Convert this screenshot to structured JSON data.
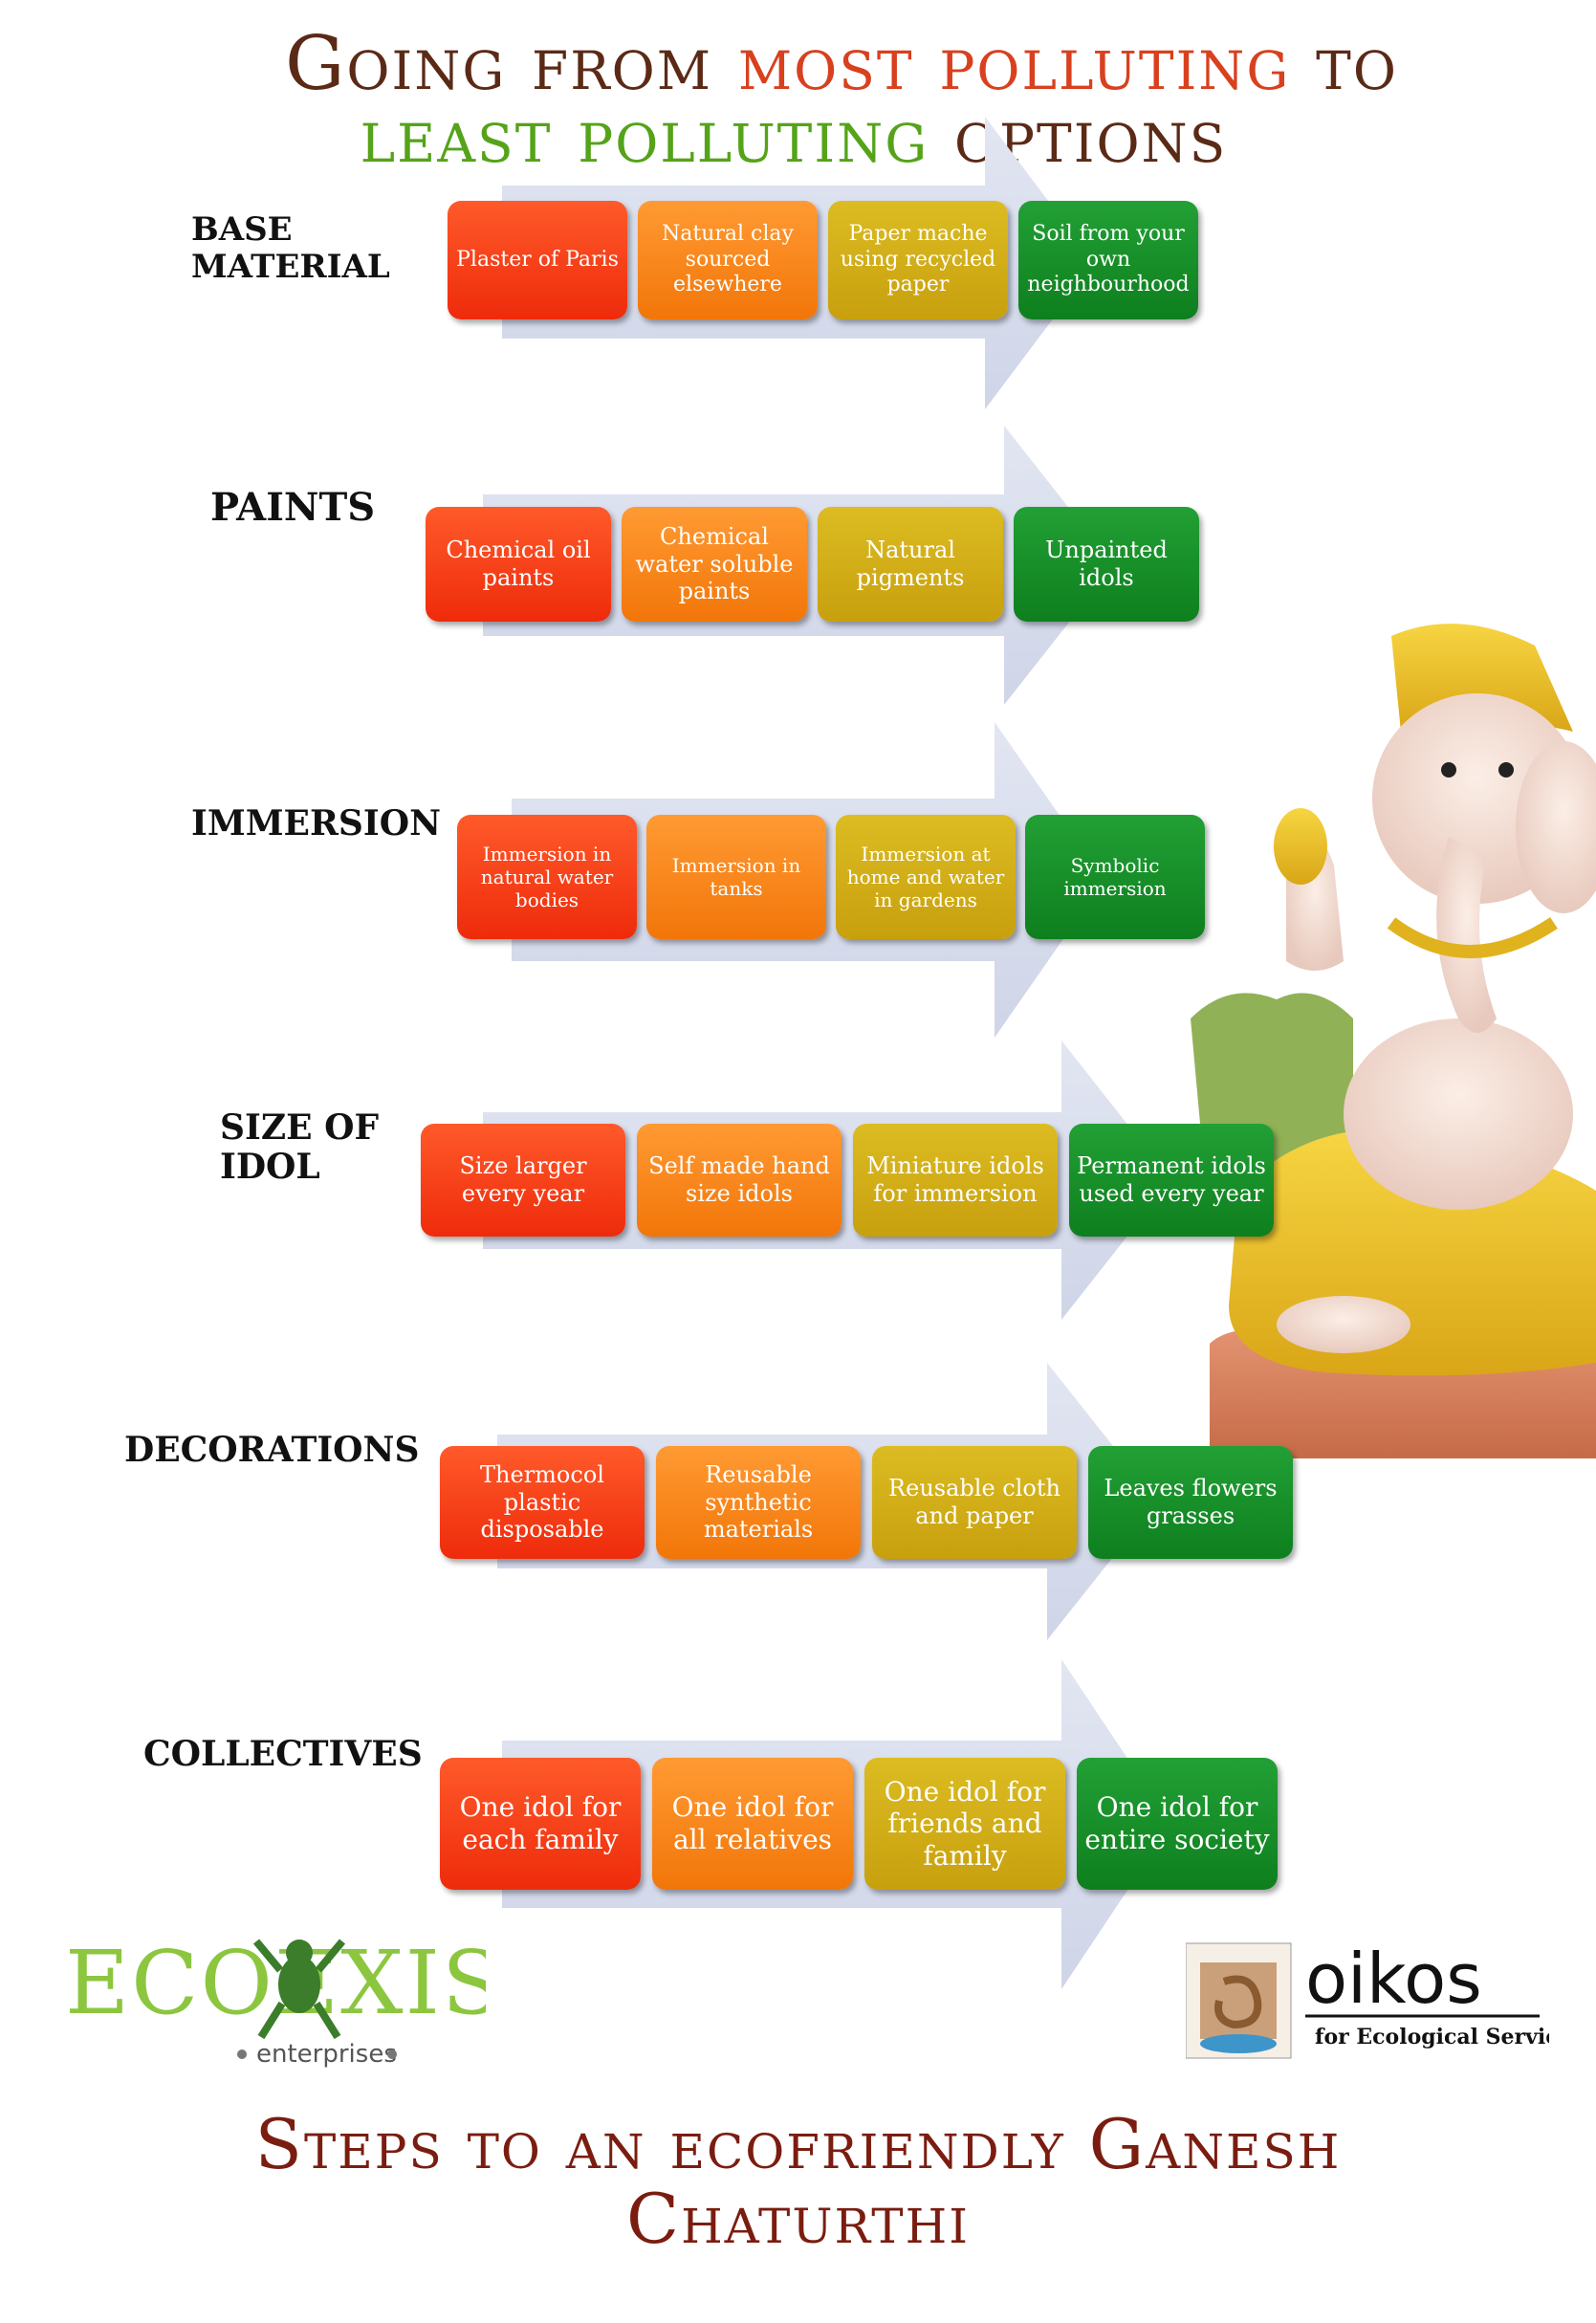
{
  "title_top": {
    "line1_a": "Going from ",
    "line1_b": "most polluting",
    "line1_c": " to",
    "line2_a": "least polluting",
    "line2_b": " options"
  },
  "colors": {
    "most_polluting": "#d8401e",
    "least_polluting": "#55a319",
    "title": "#5b2a16",
    "red_box": "#ee2b0b",
    "orange_box": "#f27609",
    "yellow_box": "#c8a00e",
    "green_box": "#0e7f1e"
  },
  "rows": [
    {
      "label": "BASE MATERIAL",
      "items": [
        "Plaster of Paris",
        "Natural clay sourced elsewhere",
        "Paper mache using recycled paper",
        "Soil from your own neighbourhood"
      ]
    },
    {
      "label": "PAINTS",
      "items": [
        "Chemical oil paints",
        "Chemical water soluble paints",
        "Natural pigments",
        "Unpainted idols"
      ]
    },
    {
      "label": "IMMERSION",
      "items": [
        "Immersion in natural water bodies",
        "Immersion in tanks",
        "Immersion at home and water in gardens",
        "Symbolic immersion"
      ]
    },
    {
      "label": "SIZE OF IDOL",
      "items": [
        "Size larger every year",
        "Self made hand size idols",
        "Miniature idols for immersion",
        "Permanent idols used every year"
      ]
    },
    {
      "label": "DECORATIONS",
      "items": [
        "Thermocol plastic disposable",
        "Reusable synthetic materials",
        "Reusable cloth and paper",
        "Leaves flowers grasses"
      ]
    },
    {
      "label": "COLLECTIVES",
      "items": [
        "One idol for each family",
        "One idol for all relatives",
        "One idol for friends and family",
        "One idol for entire society"
      ]
    }
  ],
  "logos": {
    "ecoexist_main": "ECOEXIST",
    "ecoexist_sub": "enterprises",
    "oikos_main": "oikos",
    "oikos_sub": "for Ecological Services"
  },
  "title_bottom": {
    "line1": "Steps to an ecofriendly Ganesh",
    "line2": "Chaturthi"
  }
}
